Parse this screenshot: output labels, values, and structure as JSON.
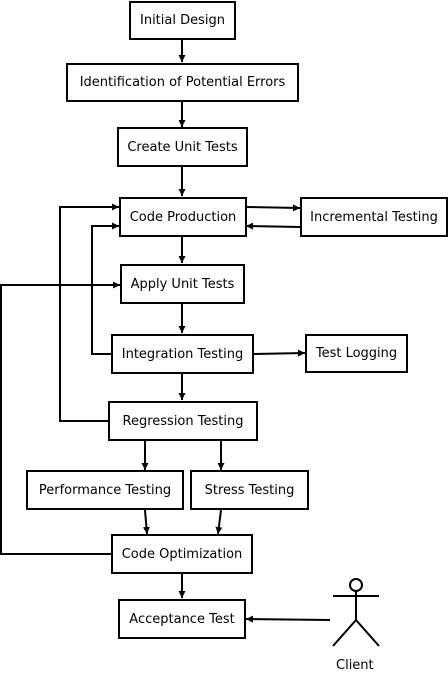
{
  "nodes": {
    "initial_design": "Initial Design",
    "identification": "Identification of Potential Errors",
    "create_unit_tests": "Create Unit Tests",
    "code_production": "Code Production",
    "incremental_testing": "Incremental Testing",
    "apply_unit_tests": "Apply Unit Tests",
    "integration_testing": "Integration Testing",
    "test_logging": "Test Logging",
    "regression_testing": "Regression Testing",
    "performance_testing": "Performance Testing",
    "stress_testing": "Stress Testing",
    "code_optimization": "Code Optimization",
    "acceptance_test": "Acceptance Test"
  },
  "actor": {
    "label": "Client"
  }
}
